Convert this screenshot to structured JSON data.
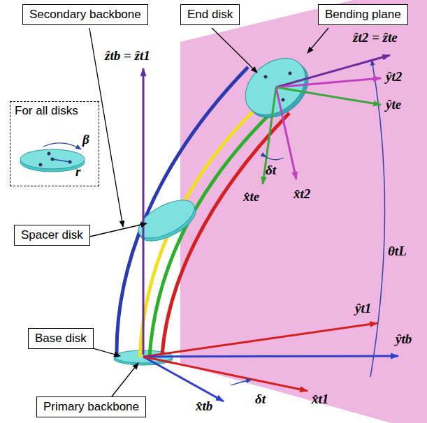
{
  "diagram": {
    "nodes": [
      {
        "text": [
          "Secondary backbone"
        ]
      },
      {
        "text": [
          "End disk"
        ]
      },
      {
        "text": [
          "Bending plane"
        ]
      },
      {
        "text": [
          "For all disks"
        ]
      },
      {
        "text": [
          "Spacer disk"
        ]
      },
      {
        "text": [
          "Base disk"
        ]
      },
      {
        "text": [
          "Primary backbone"
        ]
      }
    ],
    "labels": [
      "ẑtb = ẑt1",
      "ẑt2 = ẑte",
      "ŷt2",
      "ŷte",
      "β",
      "r",
      "δt",
      "x̂te",
      "x̂t2",
      "θtL",
      "ŷt1",
      "ŷtb",
      "δt",
      "x̂tb",
      "x̂t1"
    ]
  }
}
